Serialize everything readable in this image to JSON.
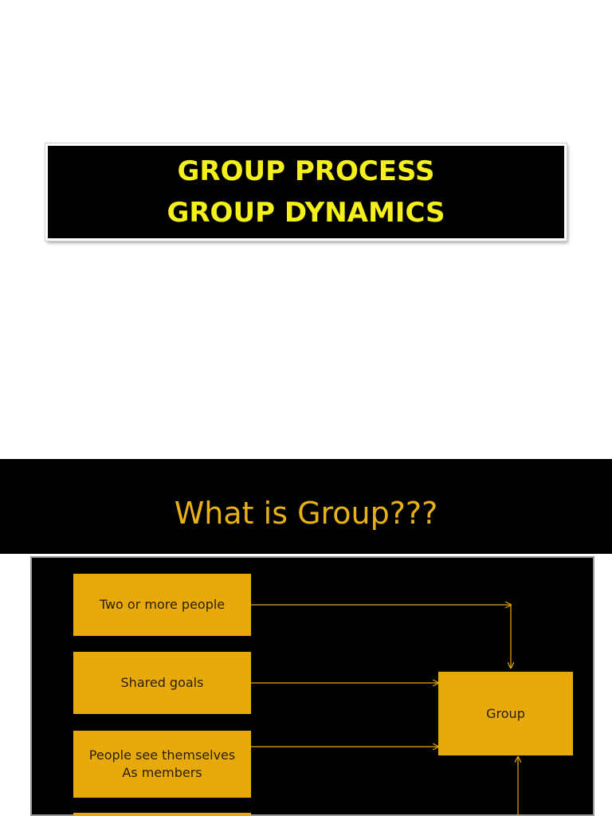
{
  "slide1": {
    "title_line1": "GROUP PROCESS",
    "title_line2": "GROUP DYNAMICS",
    "title_color": "#f5ef1a"
  },
  "slide2": {
    "heading": "What is Group???",
    "heading_color": "#e8b215",
    "box_color": "#e8a90c",
    "boxes": [
      {
        "line1": "Two or more people",
        "line2": ""
      },
      {
        "line1": "Shared goals",
        "line2": ""
      },
      {
        "line1": "People see themselves",
        "line2": "As members"
      },
      {
        "line1": "",
        "line2": ""
      }
    ],
    "group_box": "Group"
  }
}
